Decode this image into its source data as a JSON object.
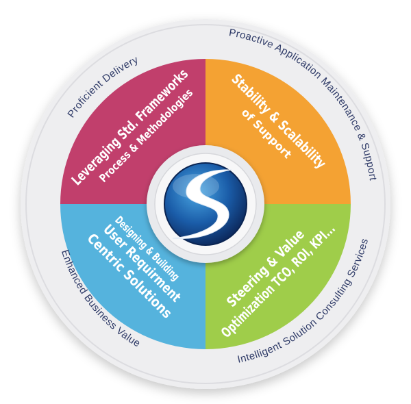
{
  "colors": {
    "ring": "#eeeef0",
    "ring_border": "#dcdce0",
    "ring_text": "#2e3a67",
    "pink": "#c13f6c",
    "orange": "#f4a233",
    "green": "#9fcd4a",
    "blue": "#55b3dd",
    "center_ring": "#e9eaed",
    "logo_dark": "#0d2f6a",
    "logo_light": "#2e7fc2"
  },
  "ring_labels": {
    "top_left": "Proficient Delivery",
    "top_right": "Proactive Application Maintenance & Support",
    "bottom_left": "Enhanced Business Value",
    "bottom_right": "Intelligent Solution Consulting Services"
  },
  "quadrants": {
    "top_left": {
      "line1": "Leveraging Std. Frameworks",
      "line2": "Process & Methodologies"
    },
    "top_right": {
      "line1": "Stability & Scalability",
      "line2": "of Support"
    },
    "bottom_left": {
      "line1": "Designing & Building",
      "line2": "User Requirment",
      "line3": "Centric Solutions"
    },
    "bottom_right": {
      "line1": "Steering & Value",
      "line2": "Optimization TCO, ROI, KPI..."
    }
  },
  "logo": {
    "icon": "s-logo-icon"
  }
}
